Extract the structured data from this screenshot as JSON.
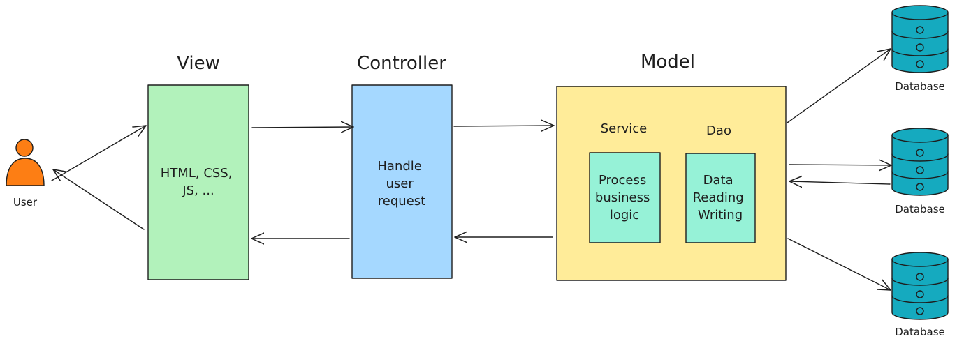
{
  "colors": {
    "view": "#b2f2bb",
    "controller": "#a5d8ff",
    "model": "#ffec99",
    "inner": "#96f2d7",
    "user": "#fd7e14",
    "database": "#15aabf",
    "stroke": "#1e1e1e"
  },
  "user": {
    "label": "User",
    "icon": "person-icon"
  },
  "view": {
    "title": "View",
    "lines": [
      "HTML, CSS,",
      "JS, ..."
    ]
  },
  "controller": {
    "title": "Controller",
    "lines": [
      "Handle",
      "user",
      "request"
    ]
  },
  "model": {
    "title": "Model",
    "service": {
      "title": "Service",
      "lines": [
        "Process",
        "business",
        "logic"
      ]
    },
    "dao": {
      "title": "Dao",
      "lines": [
        "Data",
        "Reading",
        "Writing"
      ]
    }
  },
  "databases": [
    {
      "label": "Database",
      "icon": "database-icon"
    },
    {
      "label": "Database",
      "icon": "database-icon"
    },
    {
      "label": "Database",
      "icon": "database-icon"
    }
  ]
}
